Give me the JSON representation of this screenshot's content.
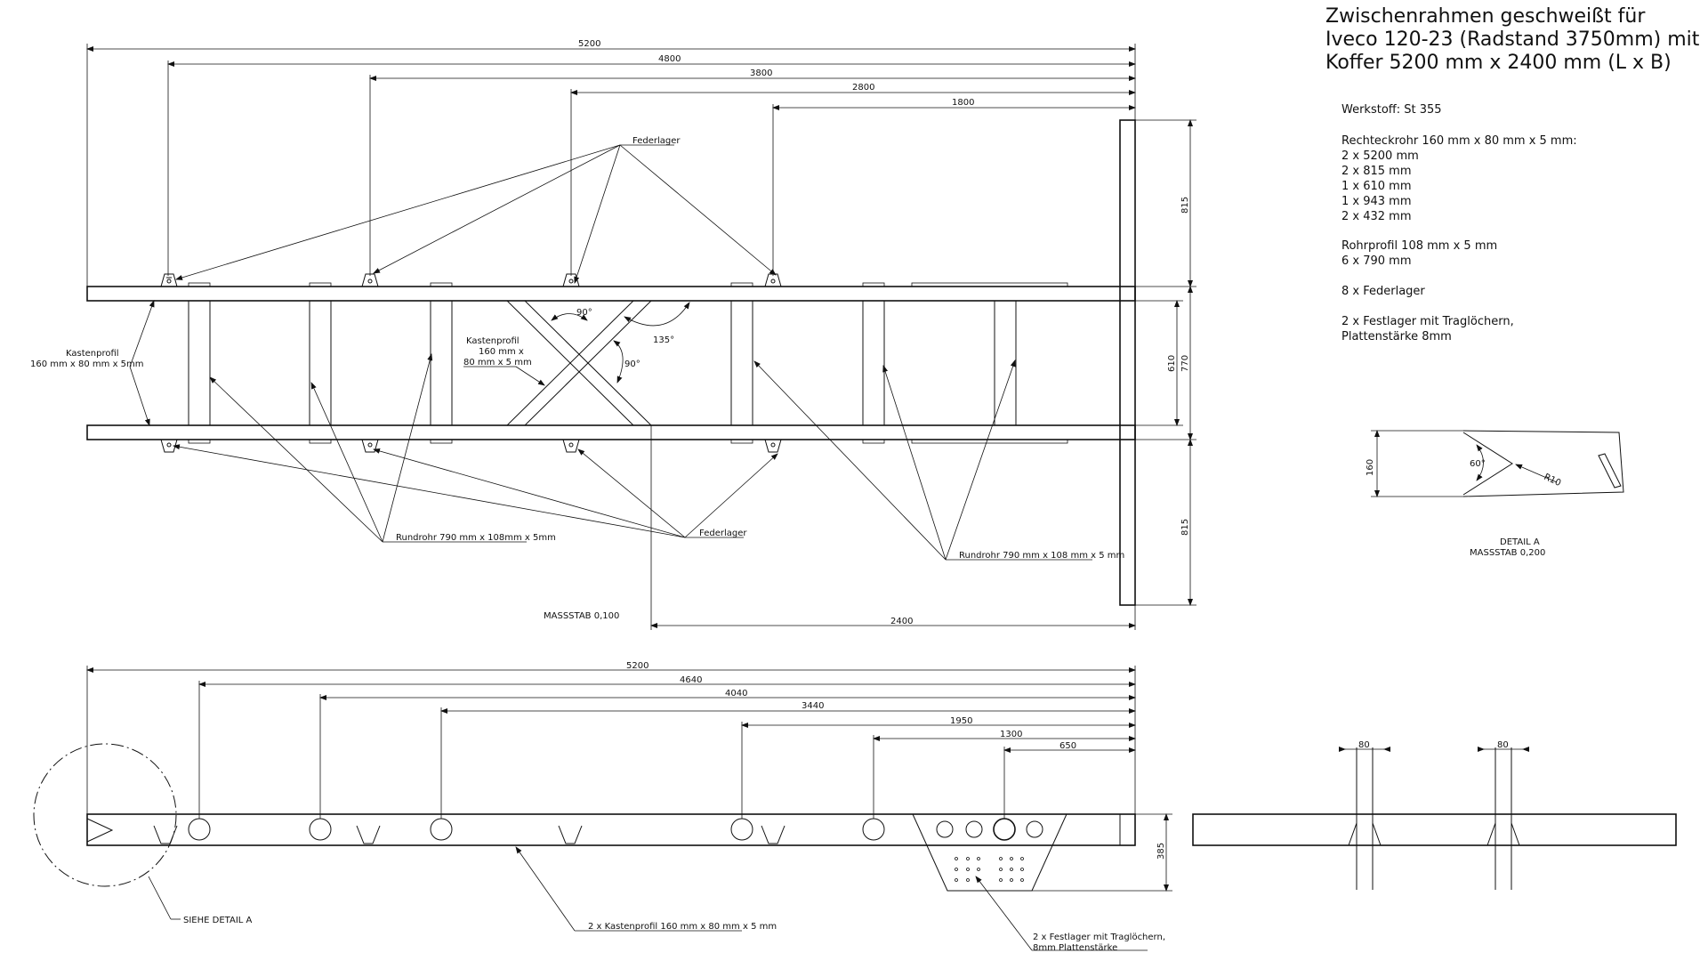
{
  "title": {
    "line1": "Zwischenrahmen geschweißt für",
    "line2": "Iveco 120-23 (Radstand 3750mm) mit",
    "line3": "Koffer 5200 mm x 2400 mm (L x B)"
  },
  "specs": {
    "material": "Werkstoff: St 355",
    "rect_tube_heading": "Rechteckrohr 160 mm x 80 mm x 5 mm:",
    "rect_tube_items": [
      "2 x 5200 mm",
      "2 x 815 mm",
      "1 x 610 mm",
      "1 x 943 mm",
      "2 x 432 mm"
    ],
    "round_tube_heading": "Rohrprofil 108 mm x 5 mm",
    "round_tube_item": "6 x 790 mm",
    "spring_mounts": "8 x Federlager",
    "fixed_mounts_1": "2 x Festlager mit Traglöchern,",
    "fixed_mounts_2": "Plattenstärke 8mm"
  },
  "top_view": {
    "dims_top": [
      "5200",
      "4800",
      "3800",
      "2800",
      "1800"
    ],
    "dim_bottom": "2400",
    "dims_right": [
      "815",
      "610",
      "770",
      "815"
    ],
    "angles": [
      "90°",
      "90°",
      "135°"
    ],
    "labels": {
      "federlager_top": "Federlager",
      "federlager_bottom": "Federlager",
      "kastenprofil_left_1": "Kastenprofil",
      "kastenprofil_left_2": "160 mm x 80 mm x 5mm",
      "kastenprofil_mid_1": "Kastenprofil",
      "kastenprofil_mid_2": "160 mm x",
      "kastenprofil_mid_3": "80 mm x 5 mm",
      "rundrohr_left": "Rundrohr 790 mm x 108mm x 5mm",
      "rundrohr_right": "Rundrohr 790 mm x 108 mm x 5 mm",
      "scale": "MASSSTAB  0,100"
    }
  },
  "side_view": {
    "dims": [
      "5200",
      "4640",
      "4040",
      "3440",
      "1950",
      "1300",
      "650"
    ],
    "dim_height": "385",
    "labels": {
      "detail_ref": "SIEHE DETAIL  A",
      "kastenprofil": "2 x Kastenprofil 160 mm x 80 mm x 5 mm",
      "festlager_1": "2 x Festlager mit Traglöchern,",
      "festlager_2": "8mm Plattenstärke"
    }
  },
  "detail_a": {
    "dim_height": "160",
    "angle": "60°",
    "radius": "R10",
    "label_1": "DETAIL  A",
    "label_2": "MASSSTAB  0,200"
  },
  "end_view": {
    "dims": [
      "80",
      "80"
    ]
  }
}
